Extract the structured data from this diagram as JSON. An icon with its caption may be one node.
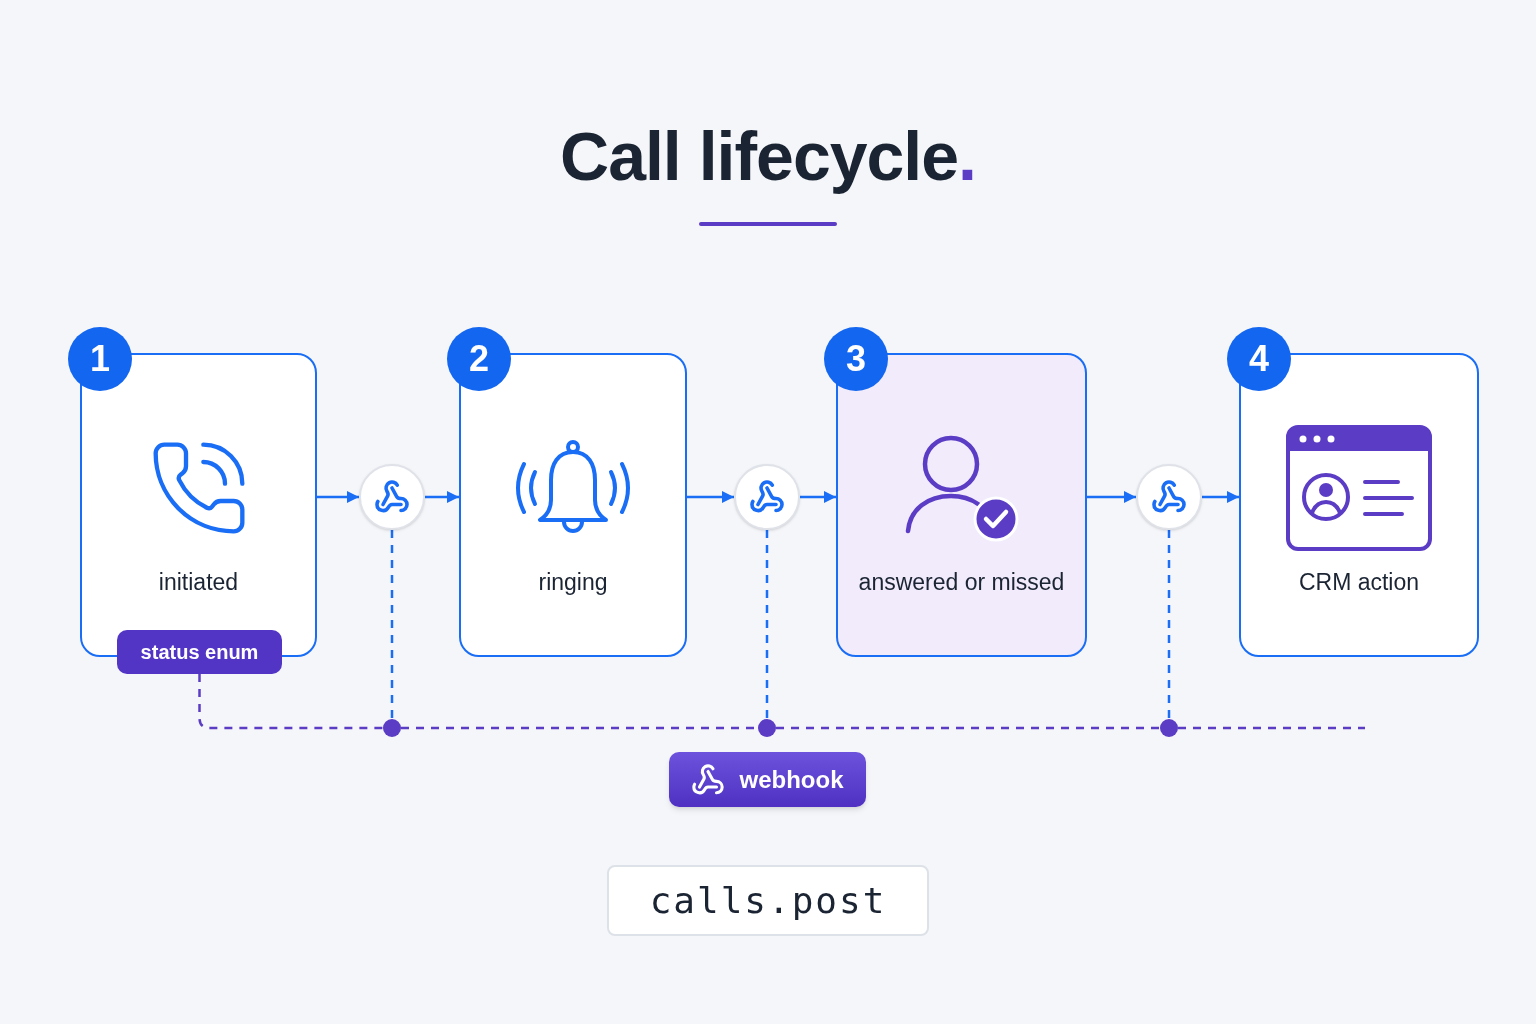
{
  "diagram": {
    "title": "Call lifecycle.",
    "nodes": [
      {
        "text": [
          "1",
          "initiated"
        ]
      },
      {
        "text": [],
        "shape": "circle"
      },
      {
        "text": [
          "2",
          "ringing"
        ]
      },
      {
        "text": [],
        "shape": "circle"
      },
      {
        "text": [
          "3",
          "answered or missed"
        ]
      },
      {
        "text": [],
        "shape": "circle"
      },
      {
        "text": [
          "4",
          "CRM action"
        ]
      },
      {
        "text": [
          "status enum"
        ]
      },
      {
        "text": [],
        "shape": "circle"
      },
      {
        "text": [],
        "shape": "circle"
      },
      {
        "text": [],
        "shape": "circle"
      },
      {
        "text": [
          "webhook"
        ]
      },
      {
        "text": [
          "calls.post"
        ]
      }
    ],
    "edges": [
      {
        "from": 0,
        "to": 1,
        "arrow": "to"
      },
      {
        "from": 1,
        "to": 2,
        "arrow": "to"
      },
      {
        "from": 2,
        "to": 3,
        "arrow": "to"
      },
      {
        "from": 3,
        "to": 4,
        "arrow": "to"
      },
      {
        "from": 4,
        "to": 5,
        "arrow": "to"
      },
      {
        "from": 5,
        "to": 6,
        "arrow": "to"
      },
      {
        "from": 1,
        "to": 8,
        "arrow": "none",
        "style": "dashed"
      },
      {
        "from": 3,
        "to": 9,
        "arrow": "none",
        "style": "dashed"
      },
      {
        "from": 5,
        "to": 10,
        "arrow": "none",
        "style": "dashed"
      },
      {
        "from": 7,
        "to": 8,
        "arrow": "none",
        "style": "dashed",
        "color": "#5b3cc4"
      },
      {
        "from": 8,
        "to": 9,
        "arrow": "none",
        "style": "dashed",
        "color": "#5b3cc4"
      },
      {
        "from": 9,
        "to": 10,
        "arrow": "none",
        "style": "dashed",
        "color": "#5b3cc4"
      },
      {
        "from": 10,
        "to": null,
        "arrow": "none",
        "style": "dashed",
        "color": "#5b3cc4"
      }
    ]
  }
}
